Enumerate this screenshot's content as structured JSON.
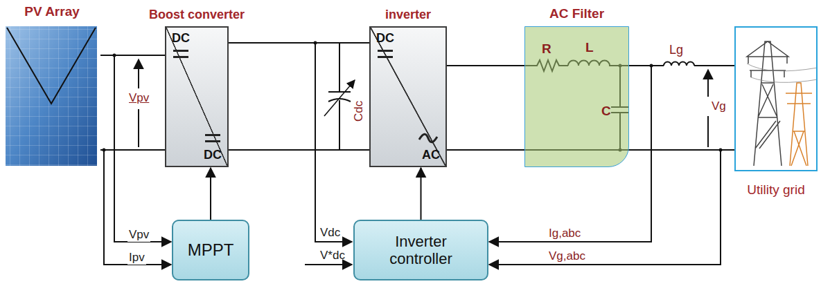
{
  "diagram": {
    "nodes": [
      {
        "text": [
          "PV Array"
        ]
      },
      {
        "text": [
          "Boost converter",
          "DC",
          "DC"
        ]
      },
      {
        "text": [
          "inverter",
          "DC",
          "AC"
        ]
      },
      {
        "text": [
          "AC Filter"
        ]
      },
      {
        "text": [
          "Utility grid"
        ]
      },
      {
        "text": [
          "MPPT"
        ]
      },
      {
        "text": [
          "Inverter controller"
        ]
      }
    ],
    "edges": [
      {
        "from": 0,
        "to": 1,
        "arrow": "none"
      },
      {
        "from": 1,
        "to": 2,
        "arrow": "none"
      },
      {
        "from": 2,
        "to": 3,
        "arrow": "none"
      },
      {
        "from": 3,
        "to": 4,
        "arrow": "none"
      },
      {
        "from": 0,
        "to": 5,
        "label": "Vpv",
        "arrow": "to"
      },
      {
        "from": 0,
        "to": 5,
        "label": "Ipv",
        "arrow": "to"
      },
      {
        "from": 5,
        "to": 1,
        "arrow": "to"
      },
      {
        "from": 6,
        "to": 2,
        "arrow": "to"
      },
      {
        "from": 3,
        "to": 6,
        "label": "Ig,abc",
        "arrow": "to"
      },
      {
        "from": 4,
        "to": 6,
        "label": "Vg,abc",
        "arrow": "to"
      }
    ],
    "labels": [
      "Vpv",
      "Cdc",
      "Vdc",
      "V*dc",
      "R",
      "L",
      "C",
      "Lg",
      "Vg"
    ]
  }
}
